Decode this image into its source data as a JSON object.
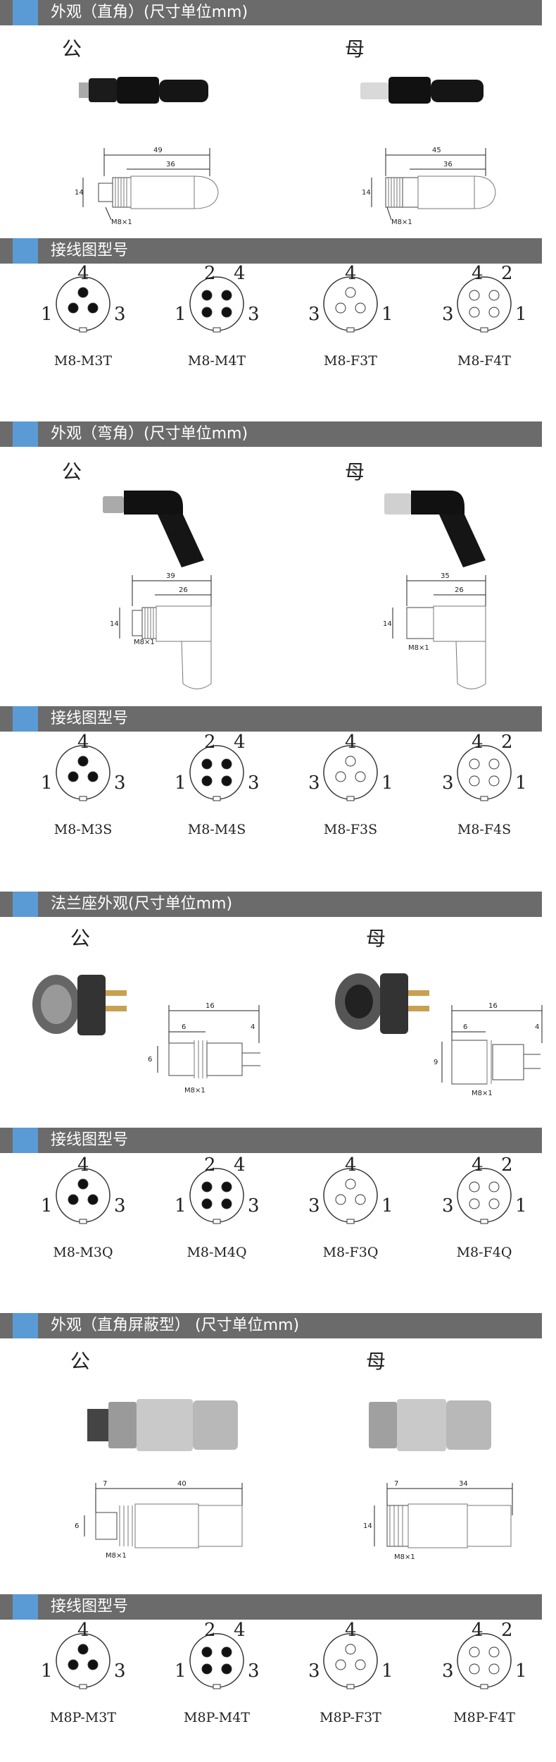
{
  "sections": [
    {
      "title": "外观（直角）(尺寸单位mm)"
    },
    {
      "title": "接线图型号"
    },
    {
      "title": "外观（弯角）(尺寸单位mm)"
    },
    {
      "title": "接线图型号"
    },
    {
      "title": "法兰座外观(尺寸单位mm)"
    },
    {
      "title": "接线图型号"
    },
    {
      "title": "外观（直角屏蔽型） (尺寸单位mm)"
    },
    {
      "title": "接线图型号"
    }
  ],
  "labels": {
    "male": "公",
    "female": "母",
    "thread": "M8×1"
  },
  "dims": {
    "s1m": {
      "total": "49",
      "body": "36",
      "h": "14"
    },
    "s1f": {
      "total": "45",
      "body": "36",
      "h": "14"
    },
    "s2m": {
      "total": "39",
      "body": "26",
      "h": "14"
    },
    "s2f": {
      "total": "35",
      "body": "26",
      "h": "14"
    },
    "s3m": {
      "total": "16",
      "a": "6",
      "b": "4",
      "h": "6"
    },
    "s3f": {
      "total": "16",
      "a": "6",
      "b": "4",
      "h": "9"
    },
    "s4m": {
      "a": "7",
      "body": "40",
      "h": "6"
    },
    "s4f": {
      "a": "7",
      "body": "34",
      "h": "14"
    }
  },
  "wiring": [
    {
      "models": [
        "M8-M3T",
        "M8-M4T",
        "M8-F3T",
        "M8-F4T"
      ]
    },
    {
      "models": [
        "M8-M3S",
        "M8-M4S",
        "M8-F3S",
        "M8-F4S"
      ]
    },
    {
      "models": [
        "M8-M3Q",
        "M8-M4Q",
        "M8-F3Q",
        "M8-F4Q"
      ]
    },
    {
      "models": [
        "M8P-M3T",
        "M8P-M4T",
        "M8P-F3T",
        "M8P-F4T"
      ]
    }
  ]
}
